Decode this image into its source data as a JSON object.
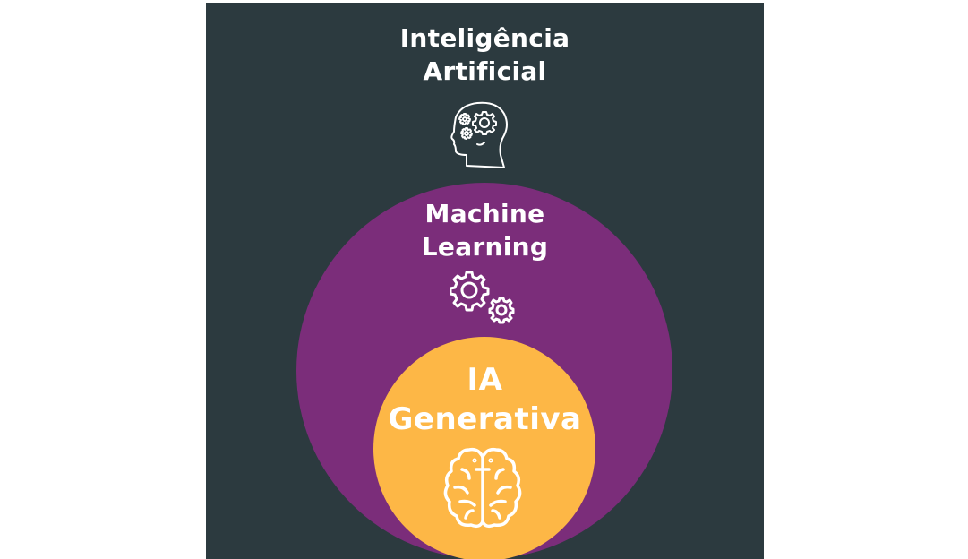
{
  "diagram": {
    "type": "nested-circles",
    "colors": {
      "background": "#2c3a3f",
      "machine_learning": "#7b2d7a",
      "generative_ai": "#fdb746",
      "text": "#ffffff"
    },
    "levels": [
      {
        "line1": "Inteligência",
        "line2": "Artificial",
        "icon": "head-with-gears-icon"
      },
      {
        "line1": "Machine",
        "line2": "Learning",
        "icon": "gears-icon"
      },
      {
        "line1": "IA",
        "line2": "Generativa",
        "icon": "brain-icon"
      }
    ]
  }
}
